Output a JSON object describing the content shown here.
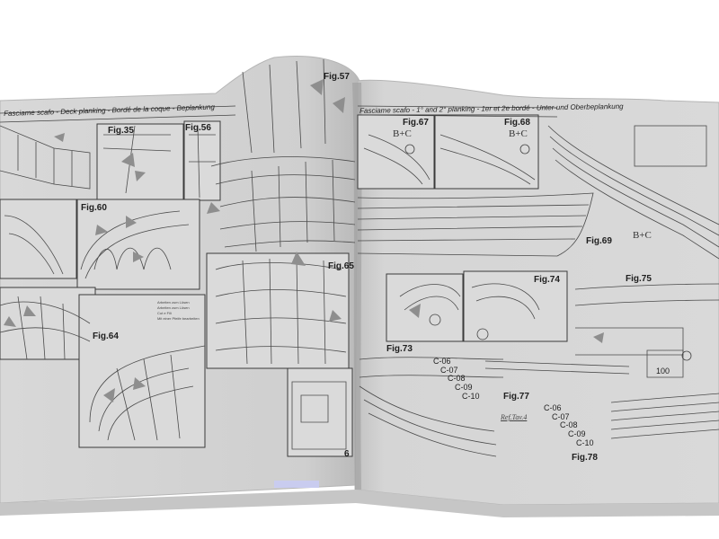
{
  "left_page": {
    "header": "Fasciame scafo - Deck planking - Bordé de la coque - Beplankung",
    "figures": [
      "Fig.35",
      "Fig.56",
      "Fig.57",
      "Fig.60",
      "Fig.64",
      "Fig.65"
    ],
    "notes": [
      "Arbeiten zum Lösen",
      "Arbeiten zum Lösen",
      "Cut e Fili",
      "Mit einer Pfeife bearbeiten"
    ],
    "page_number": "6"
  },
  "right_page": {
    "header": "Fasciame scafo - 1° and 2° planking - 1er et 2e bordé - Unter-und Oberbeplankung",
    "figures": [
      "Fig.67",
      "Fig.68",
      "Fig.69",
      "Fig.73",
      "Fig.74",
      "Fig.75",
      "Fig.77",
      "Fig.78"
    ],
    "bc_labels": [
      "B+C",
      "B+C",
      "B+C"
    ],
    "strip_codes_77": [
      "C-06",
      "C-07",
      "C-08",
      "C-09",
      "C-10"
    ],
    "strip_codes_78": [
      "C-06",
      "C-07",
      "C-08",
      "C-09",
      "C-10"
    ],
    "ref_label": "Ref.Tav.4",
    "dimension": "100"
  },
  "colors": {
    "page": "#d6d6d6",
    "background": "#ffffff",
    "line": "#3a3a3a",
    "arrow": "#8e8e8e"
  }
}
